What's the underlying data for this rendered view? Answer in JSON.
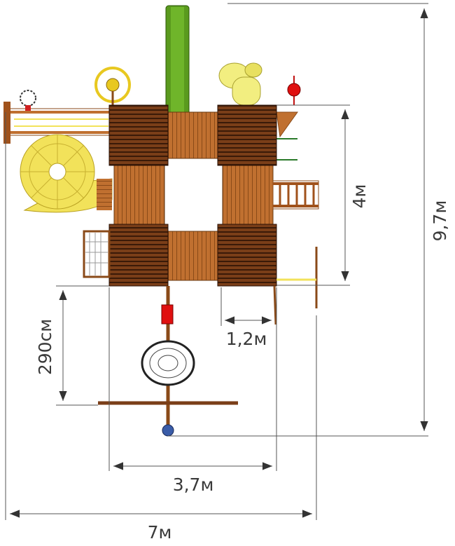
{
  "dimensions": {
    "total_length": "9,7м",
    "tower_depth": "4м",
    "swing_clearance": "290см",
    "bridge_width": "1,2м",
    "tower_width": "3,7м",
    "total_width": "7м"
  },
  "colors": {
    "deck_dark": "#5a2e12",
    "wood": "#b8692a",
    "slide_green": "#5a9a1e",
    "slide_yellow": "#f2e25a",
    "swing_red": "#e01010",
    "ball_blue": "#3a5ca8",
    "dimension_line": "#555555"
  }
}
